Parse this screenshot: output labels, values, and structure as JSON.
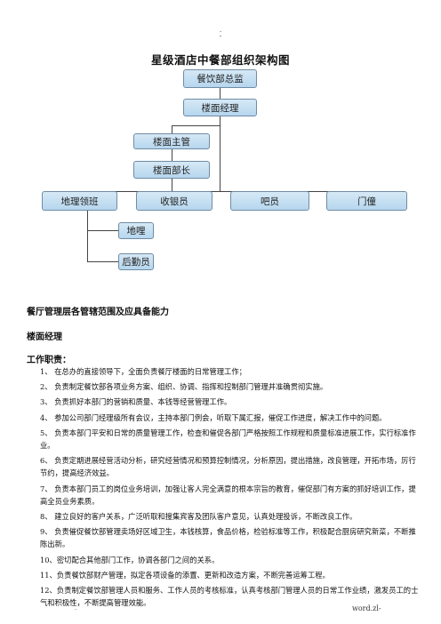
{
  "header_marks": ".\n-",
  "title": "星级酒店中餐部组织架构图",
  "org": {
    "director": "餐饮部总监",
    "floor_manager": "楼面经理",
    "floor_supervisor": "楼面主管",
    "floor_head": "楼面部长",
    "branches": [
      "地理领班",
      "收银员",
      "吧员",
      "门僮"
    ],
    "sub": [
      "地哩",
      "后勤员"
    ]
  },
  "section_title": "餐厅管理层各管辖范围及应具备能力",
  "role_title": "楼面经理",
  "duties_title": "工作职责：",
  "duties": [
    "1、 在总办的直接领导下，全面负责餐厅楼面的日常管理工作；",
    "2、 负责制定餐饮部各项业务方案、组织、协调、指挥和控制部门管理并准确贯彻实施。",
    "3、 负责抓好本部门的营销和质量、本钱等经营管理工作。",
    "4、 参加公司部门经理级所有会议，主持本部门例会，听取下属汇报，催促工作进度，解决工作中的问题。",
    "5、 负责本部门平安和日常的质量管理工作，检查和催促各部门严格按照工作规程和质量标准进展工作，实行标准作业。",
    "6、 负责定期进展经营活动分析，研究经营情况和预算控制情况，分析原因，提出措施，改良管理，开拓市场，厉行节约，提高经济效益。",
    "7、 负责本部门员工的岗位业务培训，加强让客人完全满意的根本宗旨的教育，催促部门有方案的抓好培训工作，提高全员业务素质。",
    "8、 建立良好的客户关系，广泛听取和搜集宾客及团队客户意见，认真处理投诉，不断改良工作。",
    "9、 负责催促餐饮部管理卖场好区域卫生，本钱核算，食品价格，检验标准等工作，积极配合厨房研究新菜，不断推陈出新。",
    "10、密切配合其他部门工作，协调各部门之间的关系。",
    "11、负责餐饮部财产管理，拟定各项设备的添置、更新和改造方案，不断完善运筹工程。",
    "12、负责制定餐饮部管理人员和服务、工作人员的考核标准，认真考核部门管理人员的日常工作业绩，激发员工的士气和积极性，不断提高管理效能。"
  ],
  "footer_left": "-",
  "footer_right": "word.zl-"
}
